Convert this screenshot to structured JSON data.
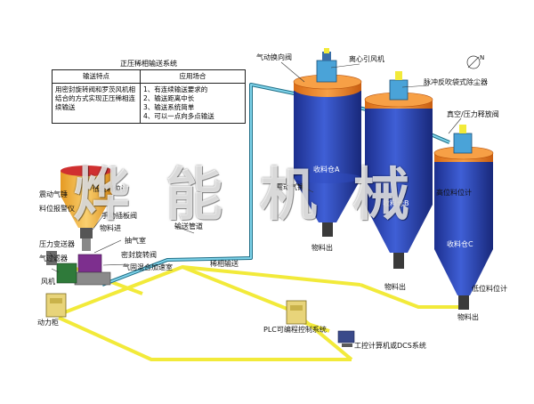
{
  "table": {
    "title": "正压稀相输送系统",
    "headers": [
      "输送特点",
      "应用场合"
    ],
    "feature": "用密封旋转阀和罗茨风机相结合的方式实现正压稀相连续输送",
    "applications": [
      "1、有连续输送要求的",
      "2、输送距离中长",
      "3、输送系统简单",
      "4、可以一点向多点输送"
    ]
  },
  "labels": {
    "diverter_valve": "气动换向阀",
    "centrifugal_fan": "离心引风机",
    "pulse_dust_collector": "脉冲反吹袋式除尘器",
    "vacuum_relief_valve": "真空/压力释放阀",
    "silo_a": "收料仓A",
    "silo_b": "收料仓B",
    "silo_c": "收料仓C",
    "vibrating_hammer": "震动气锤",
    "vibrating_hammer_left": "震动气锤",
    "level_gauge_low": "低位料位计",
    "level_gauge_high": "高位料位计",
    "level_gauge_low_c": "低位料位计",
    "hand_gate_valve": "手动插板阀",
    "material_in": "物料进",
    "air_chamber": "抽气室",
    "rotary_valve": "密封旋转阀",
    "mixing_chamber": "气固混合加速室",
    "pressure_transmitter": "压力变送器",
    "air_filter": "气过滤器",
    "blower": "风机",
    "power_cabinet": "动力柜",
    "conveying_pipe": "输送管道",
    "dilute_conveying": "稀相输送",
    "material_out_a": "物料出",
    "material_out_b": "物料出",
    "material_out_c": "物料出",
    "plc": "PLC可编程控制系统",
    "computer": "工控计算机或DCS系统",
    "hopper_small_label": "料位报警仪",
    "compass": "N"
  },
  "watermark": [
    "烨",
    "能",
    "机",
    "械"
  ],
  "colors": {
    "silo_blue": "#2b47b8",
    "roof_orange": "#f08a2a",
    "pipe_cyan": "#6cc8e0",
    "signal_yellow": "#f2ea3a",
    "hopper_yellow": "#f3b23c"
  }
}
